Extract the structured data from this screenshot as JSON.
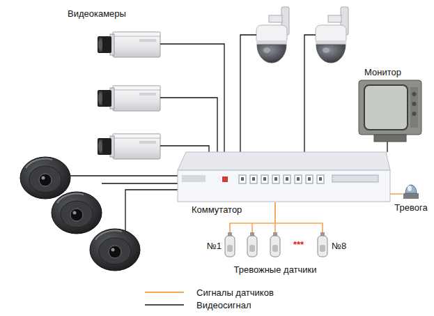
{
  "diagram": {
    "nodes": [
      {
        "text": [
          "Коммутатор"
        ]
      },
      {
        "text": [
          "Монитор"
        ]
      },
      {
        "text": [
          "Тревога"
        ]
      },
      {
        "text": [
          "№1"
        ]
      },
      {
        "text": [
          "№8"
        ]
      }
    ],
    "edges": [
      {
        "from": 0,
        "to": 1,
        "arrow": "none"
      },
      {
        "from": 0,
        "to": 2,
        "arrow": "none"
      },
      {
        "from": 0,
        "to": 3,
        "arrow": "none"
      },
      {
        "from": 0,
        "to": 4,
        "arrow": "none"
      }
    ],
    "labels": [
      "Видеокамеры",
      "***",
      "Тревожные датчики"
    ],
    "legend": [
      {
        "text": "Сигналы датчиков"
      },
      {
        "text": "Видеосигнал"
      }
    ]
  }
}
